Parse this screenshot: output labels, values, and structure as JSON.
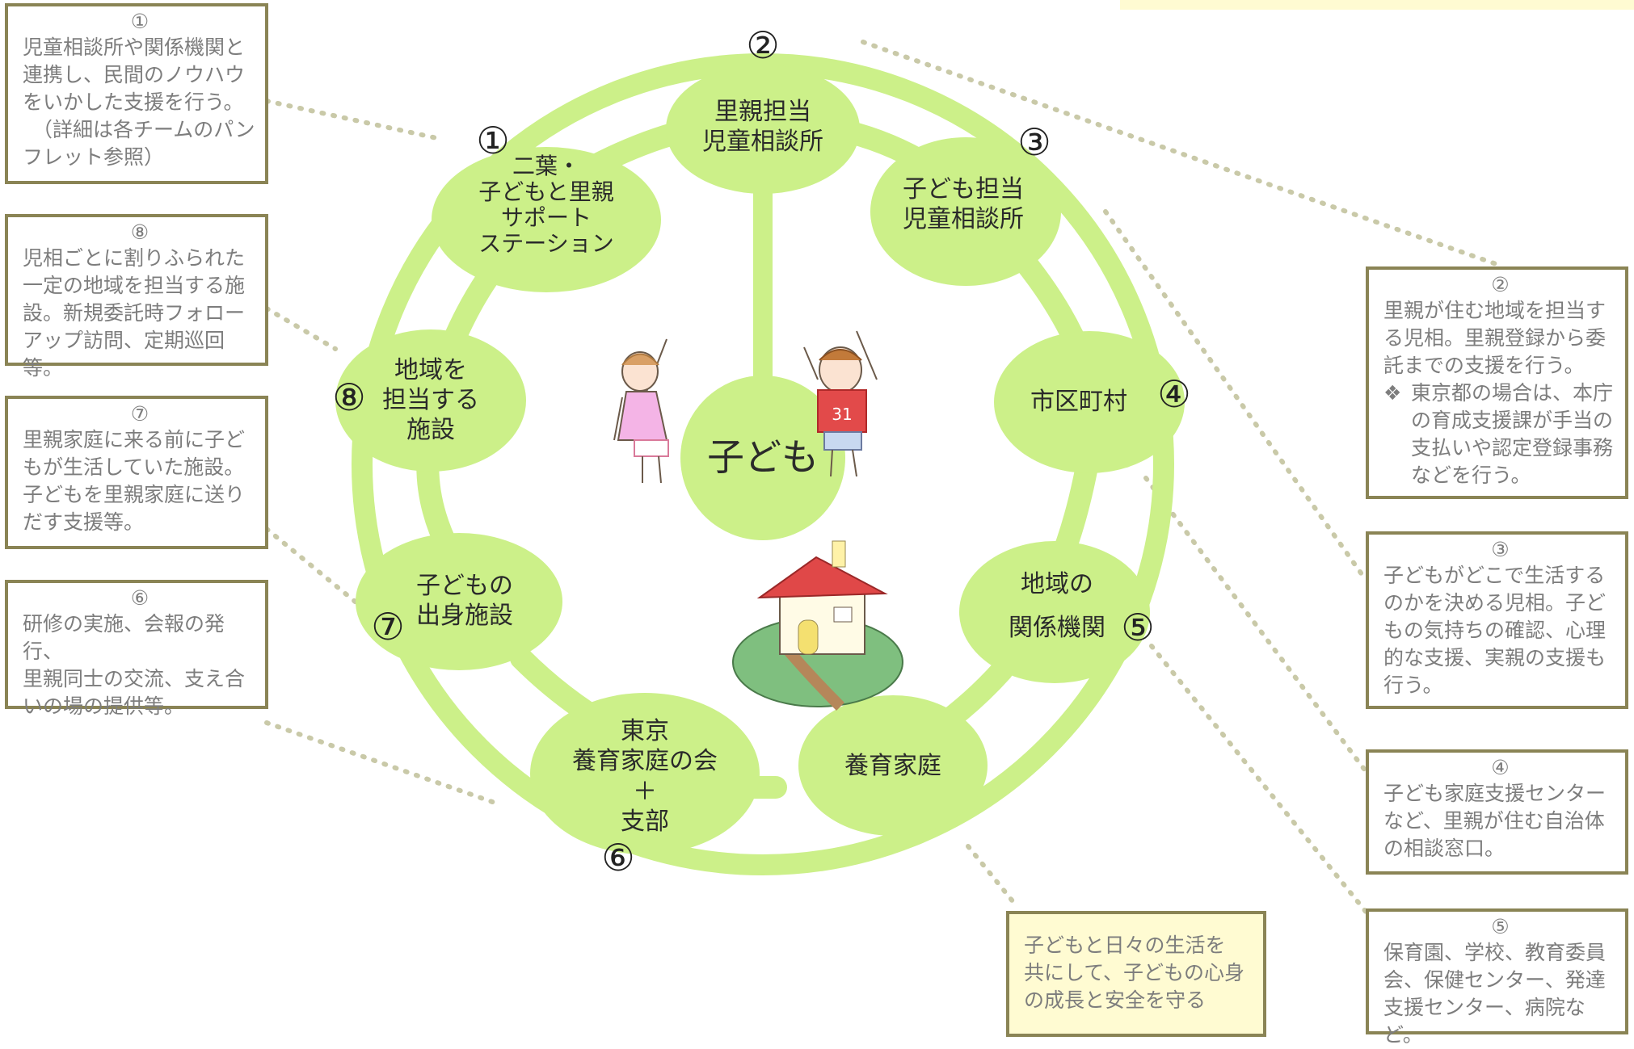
{
  "center": "子ども",
  "nodes": [
    {
      "id": "1",
      "num": "①",
      "lines": [
        "二葉・",
        "子どもと里親",
        "サポート",
        "ステーション"
      ]
    },
    {
      "id": "2",
      "num": "②",
      "lines": [
        "里親担当",
        "児童相談所"
      ]
    },
    {
      "id": "3",
      "num": "③",
      "lines": [
        "子ども担当",
        "児童相談所"
      ]
    },
    {
      "id": "4",
      "num": "④",
      "lines": [
        "市区町村"
      ]
    },
    {
      "id": "5",
      "num": "⑤",
      "lines": [
        "地域の",
        "関係機関"
      ]
    },
    {
      "id": "foster",
      "num": "",
      "lines": [
        "養育家庭"
      ]
    },
    {
      "id": "6",
      "num": "⑥",
      "lines": [
        "東京",
        "養育家庭の会",
        "＋",
        "支部"
      ]
    },
    {
      "id": "7",
      "num": "⑦",
      "lines": [
        "子どもの",
        "出身施設"
      ]
    },
    {
      "id": "8",
      "num": "⑧",
      "lines": [
        "地域を",
        "担当する",
        "施設"
      ]
    }
  ],
  "boxes": {
    "b1": {
      "num": "①",
      "lines": [
        "児童相談所や関係機関と",
        "連携し、民間のノウハウ",
        "をいかした支援を行う。",
        "（詳細は各チームのパン",
        "フレット参照）"
      ]
    },
    "b8": {
      "num": "⑧",
      "lines": [
        "児相ごとに割りふられた",
        "一定の地域を担当する施",
        "設。新規委託時フォロー",
        "アップ訪問、定期巡回等。"
      ]
    },
    "b7": {
      "num": "⑦",
      "lines": [
        "里親家庭に来る前に子ど",
        "もが生活していた施設。",
        "子どもを里親家庭に送り",
        "だす支援等。"
      ]
    },
    "b6": {
      "num": "⑥",
      "lines": [
        "研修の実施、会報の発行、",
        "里親同士の交流、支え合",
        "いの場の提供等。"
      ]
    },
    "b2": {
      "num": "②",
      "lines": [
        "里親が住む地域を担当す",
        "る児相。里親登録から委",
        "託までの支援を行う。"
      ],
      "note_mark": "❖",
      "note_lines": [
        "東京都の場合は、本庁",
        "の育成支援課が手当の",
        "支払いや認定登録事務",
        "などを行う。"
      ]
    },
    "b3": {
      "num": "③",
      "lines": [
        "子どもがどこで生活する",
        "のかを決める児相。子ど",
        "もの気持ちの確認、心理",
        "的な支援、実親の支援も",
        "行う。"
      ]
    },
    "b4": {
      "num": "④",
      "lines": [
        "子ども家庭支援センター",
        "など、里親が住む自治体",
        "の相談窓口。"
      ]
    },
    "b5": {
      "num": "⑤",
      "lines": [
        "保育園、学校、教育委員",
        "会、保健センター、発達",
        "支援センター、病院など。"
      ]
    },
    "bfoster": {
      "lines": [
        "子どもと日々の生活を",
        "共にして、子どもの心身",
        "の成長と安全を守る"
      ]
    }
  },
  "colors": {
    "green": "#ccf089",
    "border": "#8a8455",
    "boxtext": "#7d7d7d",
    "dots": "#c9c9a8",
    "yellow": "#fffbd2"
  }
}
